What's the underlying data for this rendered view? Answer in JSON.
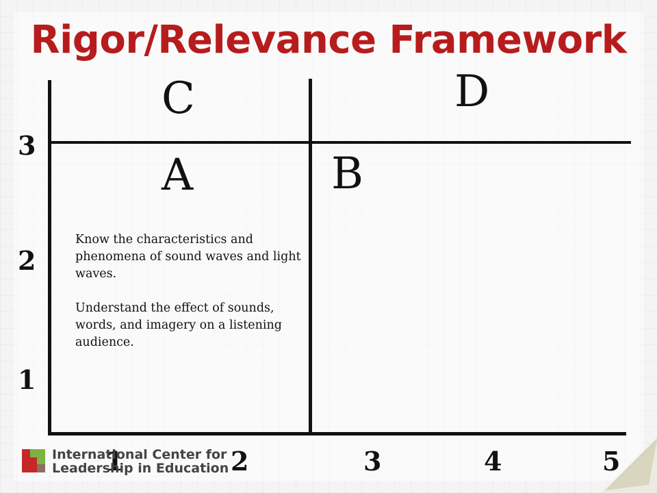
{
  "slide": {
    "title": "Rigor/Relevance Framework",
    "title_color": "#b71c1c"
  },
  "quadrants": {
    "c": "C",
    "d": "D",
    "a": "A",
    "b": "B"
  },
  "axes": {
    "y_ticks": [
      "3",
      "2",
      "1"
    ],
    "x_ticks": [
      "1",
      "2",
      "3",
      "4",
      "5"
    ]
  },
  "quadrant_a_text": {
    "paragraph_1": "Know the characteristics and phenomena of sound waves and light waves.",
    "paragraph_2": "Understand the effect of sounds, words, and imagery on a listening audience."
  },
  "logo": {
    "line_1": "International Center for",
    "line_2": "Leadership in Education",
    "colors": [
      "#c62828",
      "#7cb342",
      "#8d6e63"
    ]
  }
}
